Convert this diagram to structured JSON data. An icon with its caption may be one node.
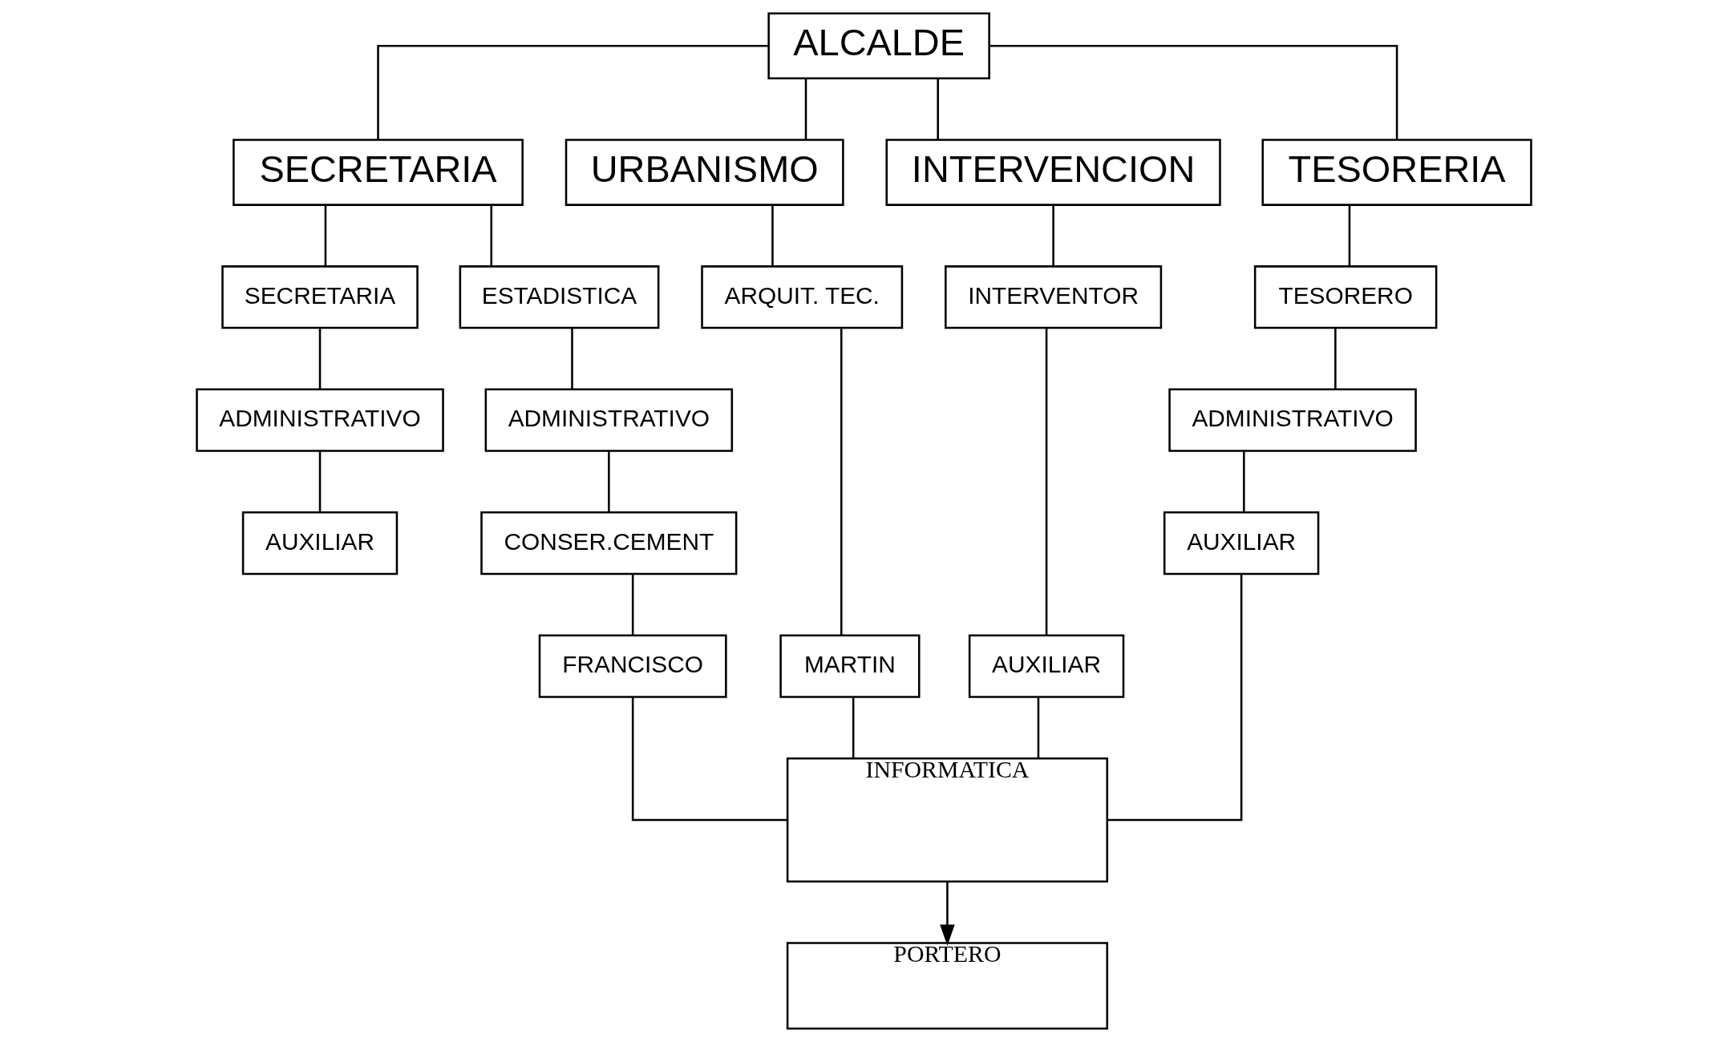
{
  "diagram": {
    "nodes": [
      {
        "text": [
          "ALCALDE"
        ]
      },
      {
        "text": [
          "SECRETARIA"
        ]
      },
      {
        "text": [
          "URBANISMO"
        ]
      },
      {
        "text": [
          "INTERVENCION"
        ]
      },
      {
        "text": [
          "TESORERIA"
        ]
      },
      {
        "text": [
          "SECRETARIA"
        ]
      },
      {
        "text": [
          "ESTADISTICA"
        ]
      },
      {
        "text": [
          "ADMINISTRATIVO"
        ]
      },
      {
        "text": [
          "AUXILIAR"
        ]
      },
      {
        "text": [
          "ADMINISTRATIVO"
        ]
      },
      {
        "text": [
          "CONSER.CEMENT"
        ]
      },
      {
        "text": [
          "FRANCISCO"
        ]
      },
      {
        "text": [
          "ARQUIT. TEC."
        ]
      },
      {
        "text": [
          "MARTIN"
        ]
      },
      {
        "text": [
          "INTERVENTOR"
        ]
      },
      {
        "text": [
          "AUXILIAR"
        ]
      },
      {
        "text": [
          "TESORERO"
        ]
      },
      {
        "text": [
          "ADMINISTRATIVO"
        ]
      },
      {
        "text": [
          "AUXILIAR"
        ]
      },
      {
        "text": [
          "INFORMATICA"
        ]
      },
      {
        "text": [
          "PORTERO"
        ]
      }
    ],
    "edges": [
      {
        "from": 0,
        "to": 1,
        "arrow": "none"
      },
      {
        "from": 0,
        "to": 2,
        "arrow": "none"
      },
      {
        "from": 0,
        "to": 3,
        "arrow": "none"
      },
      {
        "from": 0,
        "to": 4,
        "arrow": "none"
      },
      {
        "from": 1,
        "to": 5,
        "arrow": "none"
      },
      {
        "from": 1,
        "to": 6,
        "arrow": "none"
      },
      {
        "from": 5,
        "to": 7,
        "arrow": "none"
      },
      {
        "from": 7,
        "to": 8,
        "arrow": "none"
      },
      {
        "from": 6,
        "to": 9,
        "arrow": "none"
      },
      {
        "from": 9,
        "to": 10,
        "arrow": "none"
      },
      {
        "from": 10,
        "to": 11,
        "arrow": "none"
      },
      {
        "from": 2,
        "to": 12,
        "arrow": "none"
      },
      {
        "from": 12,
        "to": 13,
        "arrow": "none"
      },
      {
        "from": 3,
        "to": 14,
        "arrow": "none"
      },
      {
        "from": 14,
        "to": 15,
        "arrow": "none"
      },
      {
        "from": 4,
        "to": 16,
        "arrow": "none"
      },
      {
        "from": 16,
        "to": 17,
        "arrow": "none"
      },
      {
        "from": 17,
        "to": 18,
        "arrow": "none"
      },
      {
        "from": 11,
        "to": 19,
        "arrow": "none"
      },
      {
        "from": 13,
        "to": 19,
        "arrow": "none"
      },
      {
        "from": 15,
        "to": 19,
        "arrow": "none"
      },
      {
        "from": 18,
        "to": 19,
        "arrow": "none"
      },
      {
        "from": 19,
        "to": 20,
        "arrow": "to"
      }
    ]
  }
}
